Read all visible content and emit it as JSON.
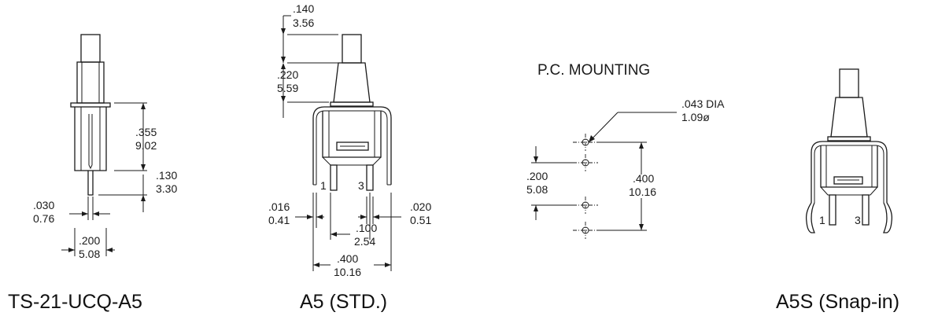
{
  "captions": {
    "left": "TS-21-UCQ-A5",
    "middle": "A5 (STD.)",
    "right": "A5S (Snap-in)"
  },
  "pc_mounting": {
    "title": "P.C. MOUNTING",
    "hole_dia_in": ".043 DIA",
    "hole_dia_mm": "1.09ø",
    "pitch_in": ".200",
    "pitch_mm": "5.08",
    "span_in": ".400",
    "span_mm": "10.16"
  },
  "ts21": {
    "height_in": ".355",
    "height_mm": "9.02",
    "term_in": ".130",
    "term_mm": "3.30",
    "width_in": ".030",
    "width_mm": "0.76",
    "pitch_in": ".200",
    "pitch_mm": "5.08"
  },
  "a5": {
    "plunger_in": ".140",
    "plunger_mm": "3.56",
    "travel_in": ".220",
    "travel_mm": "5.59",
    "lead_in": ".016",
    "lead_mm": "0.41",
    "bracket_in": ".020",
    "bracket_mm": "0.51",
    "pitch_in": ".100",
    "pitch_mm": "2.54",
    "span_in": ".400",
    "span_mm": "10.16",
    "pin1": "1",
    "pin3": "3"
  },
  "a5s": {
    "pin1": "1",
    "pin3": "3"
  }
}
